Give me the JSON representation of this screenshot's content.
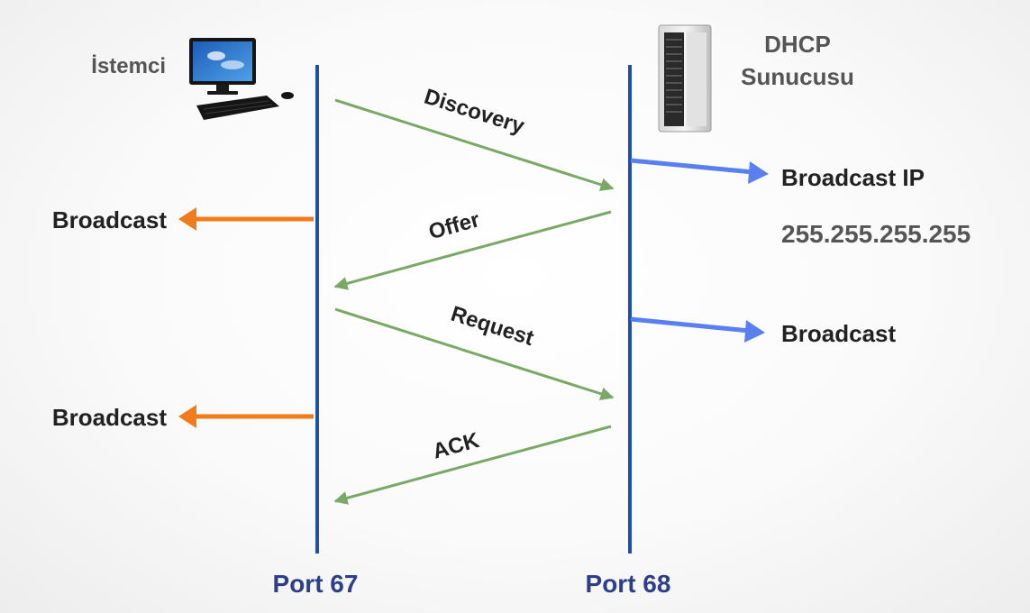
{
  "client": {
    "label": "İstemci",
    "icon": "desktop-computer-icon"
  },
  "server": {
    "label_line1": "DHCP",
    "label_line2": "Sunucusu",
    "icon": "server-tower-icon"
  },
  "ports": {
    "left": "Port 67",
    "right": "Port 68"
  },
  "messages": {
    "discovery": "Discovery",
    "offer": "Offer",
    "request": "Request",
    "ack": "ACK"
  },
  "left_notes": {
    "first": "Broadcast",
    "second": "Broadcast"
  },
  "right_notes": {
    "broadcast_ip": "Broadcast IP",
    "broadcast_ip_value": "255.255.255.255",
    "second": "Broadcast"
  },
  "colors": {
    "timeline": "#1f4fa8",
    "message_arrow": "#7aa866",
    "left_arrow": "#f07c1c",
    "right_arrow": "#5a7ff0",
    "port_label": "#2d3f86",
    "text_dark": "#222222",
    "text_gray": "#555555"
  }
}
